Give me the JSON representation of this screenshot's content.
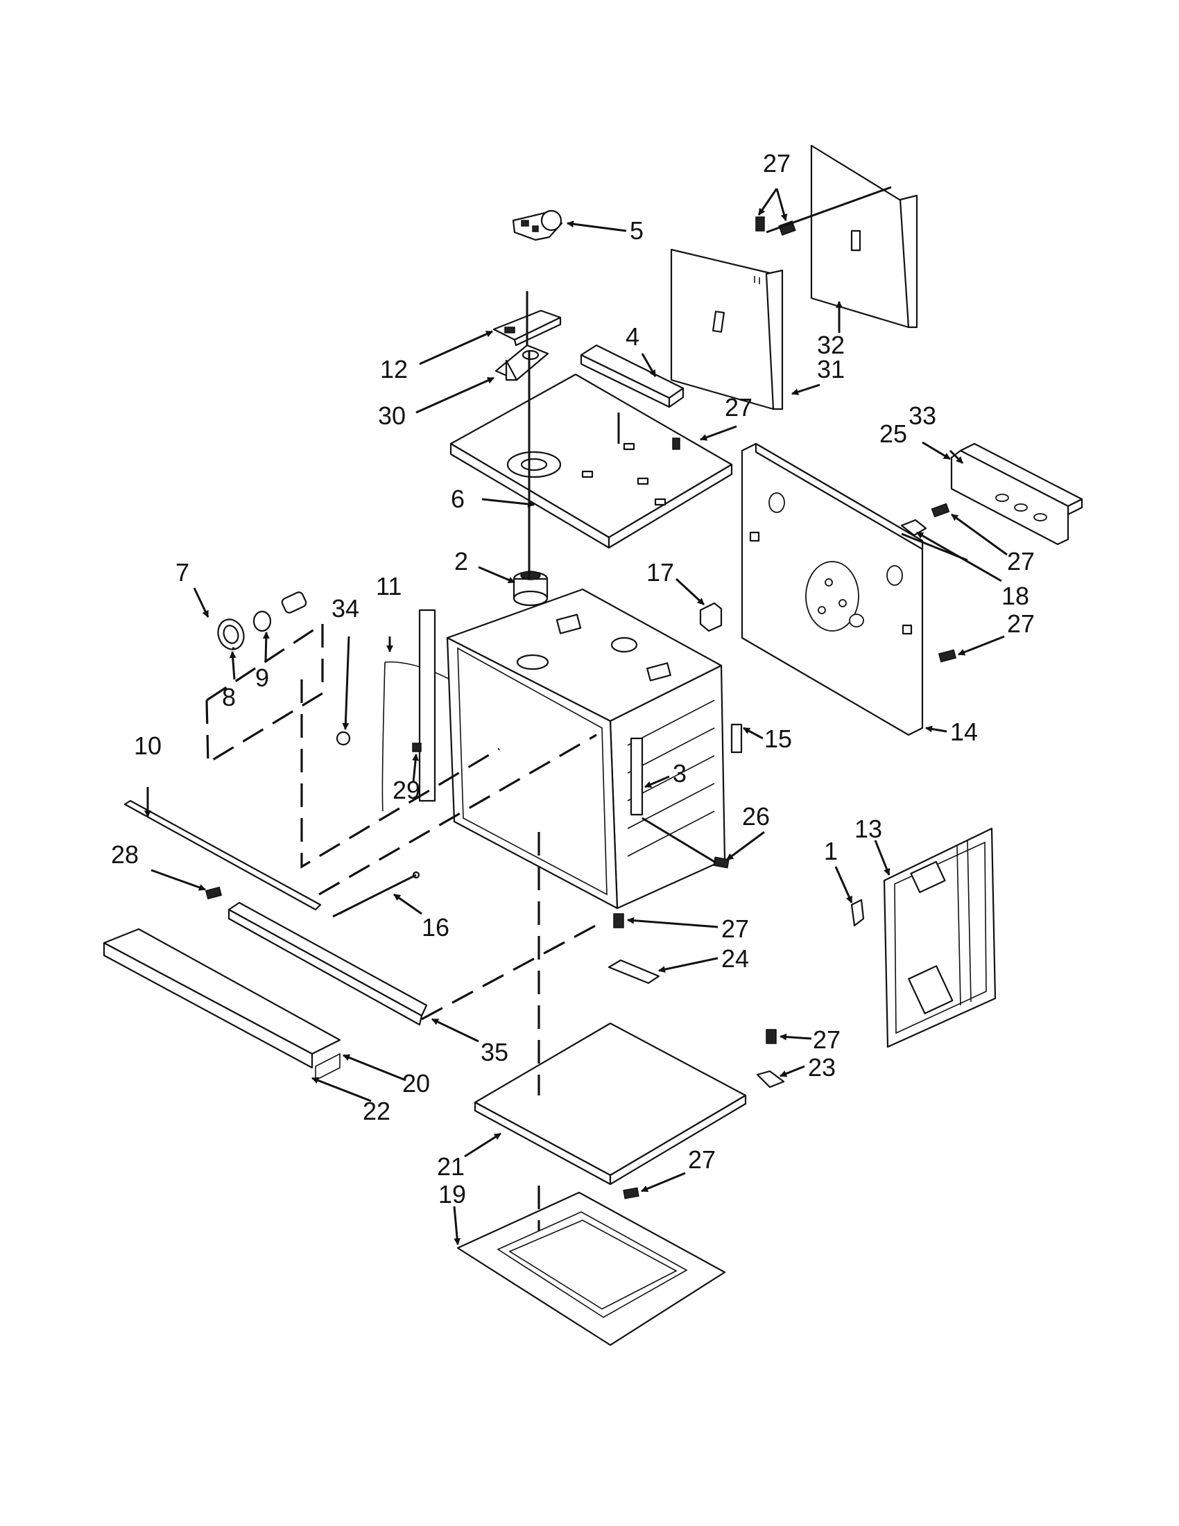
{
  "diagram": {
    "callouts": [
      {
        "id": "c27a",
        "text": "27"
      },
      {
        "id": "c5",
        "text": "5"
      },
      {
        "id": "c4",
        "text": "4"
      },
      {
        "id": "c12",
        "text": "12"
      },
      {
        "id": "c32",
        "text": "32"
      },
      {
        "id": "c31",
        "text": "31"
      },
      {
        "id": "c30",
        "text": "30"
      },
      {
        "id": "c27b",
        "text": "27"
      },
      {
        "id": "c33",
        "text": "33"
      },
      {
        "id": "c25",
        "text": "25"
      },
      {
        "id": "c6",
        "text": "6"
      },
      {
        "id": "c27c",
        "text": "27"
      },
      {
        "id": "c18",
        "text": "18"
      },
      {
        "id": "c2",
        "text": "2"
      },
      {
        "id": "c17",
        "text": "17"
      },
      {
        "id": "c7",
        "text": "7"
      },
      {
        "id": "c11",
        "text": "11"
      },
      {
        "id": "c34",
        "text": "34"
      },
      {
        "id": "c27d",
        "text": "27"
      },
      {
        "id": "c9",
        "text": "9"
      },
      {
        "id": "c8",
        "text": "8"
      },
      {
        "id": "c15",
        "text": "15"
      },
      {
        "id": "c14",
        "text": "14"
      },
      {
        "id": "c10",
        "text": "10"
      },
      {
        "id": "c29",
        "text": "29"
      },
      {
        "id": "c3",
        "text": "3"
      },
      {
        "id": "c26",
        "text": "26"
      },
      {
        "id": "c13",
        "text": "13"
      },
      {
        "id": "c28",
        "text": "28"
      },
      {
        "id": "c1",
        "text": "1"
      },
      {
        "id": "c16",
        "text": "16"
      },
      {
        "id": "c27e",
        "text": "27"
      },
      {
        "id": "c24",
        "text": "24"
      },
      {
        "id": "c35",
        "text": "35"
      },
      {
        "id": "c27f",
        "text": "27"
      },
      {
        "id": "c20",
        "text": "20"
      },
      {
        "id": "c23",
        "text": "23"
      },
      {
        "id": "c22",
        "text": "22"
      },
      {
        "id": "c27g",
        "text": "27"
      },
      {
        "id": "c21",
        "text": "21"
      },
      {
        "id": "c19",
        "text": "19"
      }
    ]
  }
}
